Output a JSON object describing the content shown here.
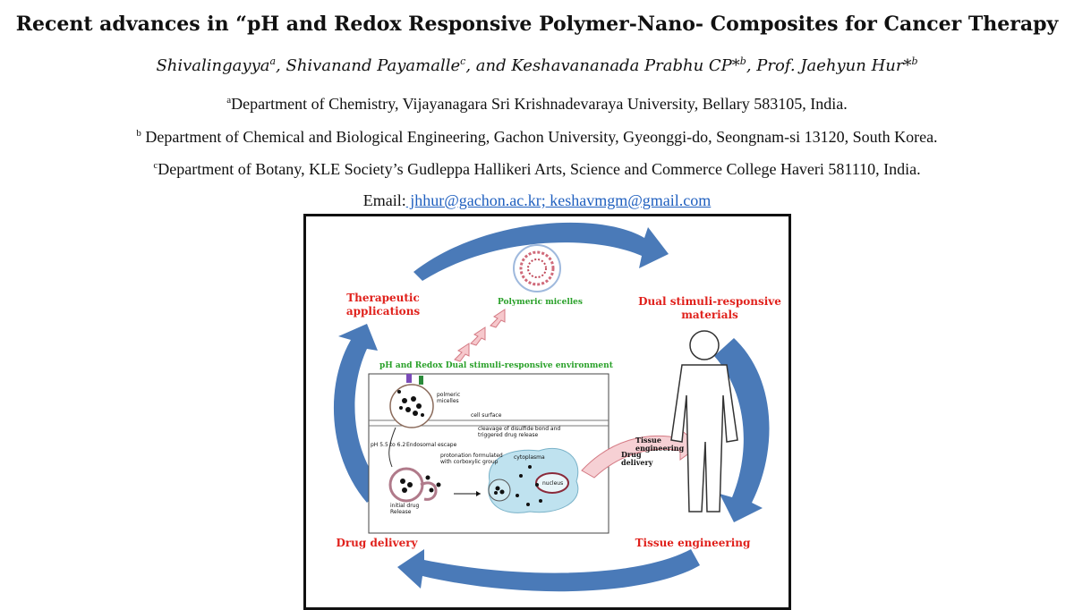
{
  "title": "Recent advances in “pH and Redox Responsive Polymer-Nano- Composites for Cancer Therapy",
  "authors": [
    {
      "name": "Shivalingayya",
      "sup": "a",
      "sep": ", "
    },
    {
      "name": "Shivanand Payamalle",
      "sup": "c",
      "sep": ", and "
    },
    {
      "name": "Keshavananada Prabhu CP*",
      "sup": "b",
      "sep": ", "
    },
    {
      "name": "Prof. Jaehyun Hur*",
      "sup": "b",
      "sep": ""
    }
  ],
  "affiliations": [
    {
      "sup": "a",
      "text": "Department of Chemistry, Vijayanagara Sri Krishnadevaraya University, Bellary 583105, India."
    },
    {
      "sup": "b",
      "text": " Department of Chemical and Biological Engineering, Gachon University, Gyeonggi-do, Seongnam-si 13120, South Korea."
    },
    {
      "sup": "c",
      "text": "Department of Botany, KLE Society’s Gudleppa Hallikeri Arts, Science and Commerce College Haveri 581110, India."
    }
  ],
  "email": {
    "label": "Email:",
    "links": " jhhur@gachon.ac.kr; keshavmgm@gmail.com"
  },
  "figure": {
    "labels": {
      "therapeutic": "Therapeutic applications",
      "dual": "Dual stimuli-responsive materials",
      "drug_delivery": "Drug delivery",
      "tissue_engineering": "Tissue engineering",
      "polymeric_micelles": "Polymeric micelles",
      "environment": "pH and Redox Dual stimuli-responsive environment"
    },
    "inset": {
      "polmeric_micelles": "polmeric micelles",
      "cell_surface": "cell surface",
      "ph_range": "pH 5.5 to 6.2",
      "endosomal_escape": "Endosomal escape",
      "protonation": "protonation formulated with corboxylic group",
      "cleavage": "cleavage of disulfide bond and triggered drug release",
      "cytoplasma": "cytoplasma",
      "nucleus": "nucleus",
      "initial_drug": "initial drug Release"
    },
    "arrow_labels": {
      "drug_delivery": "Drug delivery",
      "tissue_engineering": "Tissue engineering"
    },
    "colors": {
      "cycle_arrow": "#4a7ab8",
      "label_red": "#e0201b",
      "label_green": "#2aa12a",
      "cell": "#bfe2ef"
    }
  }
}
